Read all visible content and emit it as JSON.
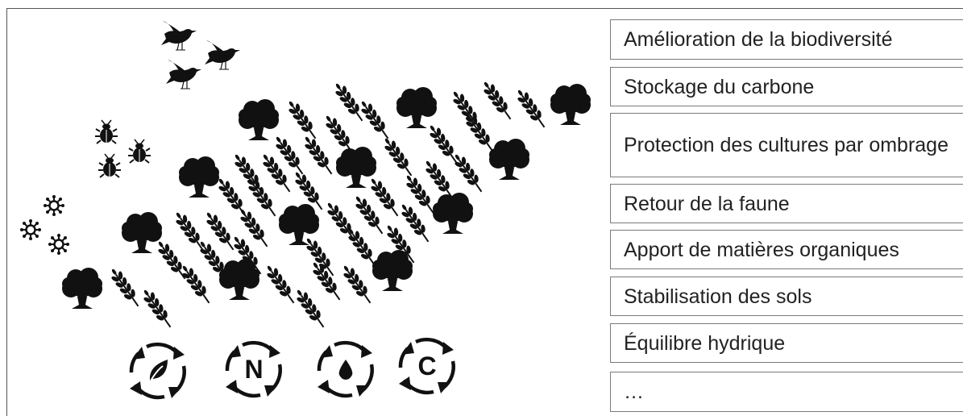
{
  "benefits": [
    "Amélioration de la biodiversité",
    "Stockage du carbone",
    "Protection des cultures par ombrage",
    "Retour de la faune",
    "Apport de matières organiques",
    "Stabilisation des sols",
    "Équilibre hydrique",
    "…"
  ],
  "cycles": {
    "organic_letter": "",
    "nitrogen_letter": "N",
    "water_letter": "",
    "carbon_letter": "C"
  },
  "colors": {
    "icon": "#111111",
    "border": "#7a7a7a"
  },
  "icons": [
    "bird-icon",
    "beetle-icon",
    "microbe-icon",
    "tree-icon",
    "wheat-icon",
    "leaf-cycle-icon",
    "nitrogen-cycle-icon",
    "water-cycle-icon",
    "carbon-cycle-icon"
  ]
}
